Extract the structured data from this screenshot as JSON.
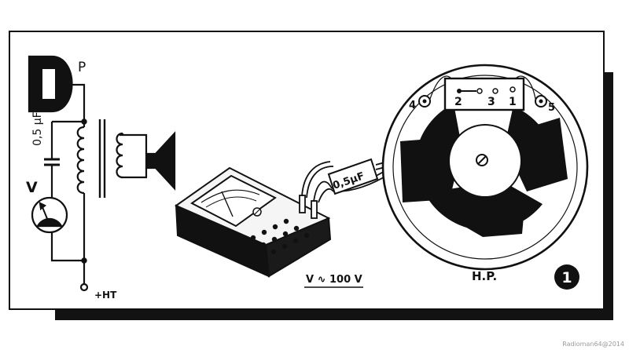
{
  "schematic": {
    "plate_label": "P",
    "capacitor_label": "0,5 µF",
    "meter_label": "V",
    "supply_label": "+HT"
  },
  "meter": {
    "range_label": "V ∿ 100 V"
  },
  "probe": {
    "capacitor_label": "0,5µF"
  },
  "speaker": {
    "label": "H.P.",
    "terminal_labels": [
      "2",
      "3",
      "1"
    ],
    "side_labels": [
      "4",
      "5"
    ]
  },
  "figure": {
    "number": "1"
  },
  "credit": "Radioman64@2014",
  "colors": {
    "ink": "#111111",
    "paper": "#ffffff",
    "shadow": "#121212"
  }
}
